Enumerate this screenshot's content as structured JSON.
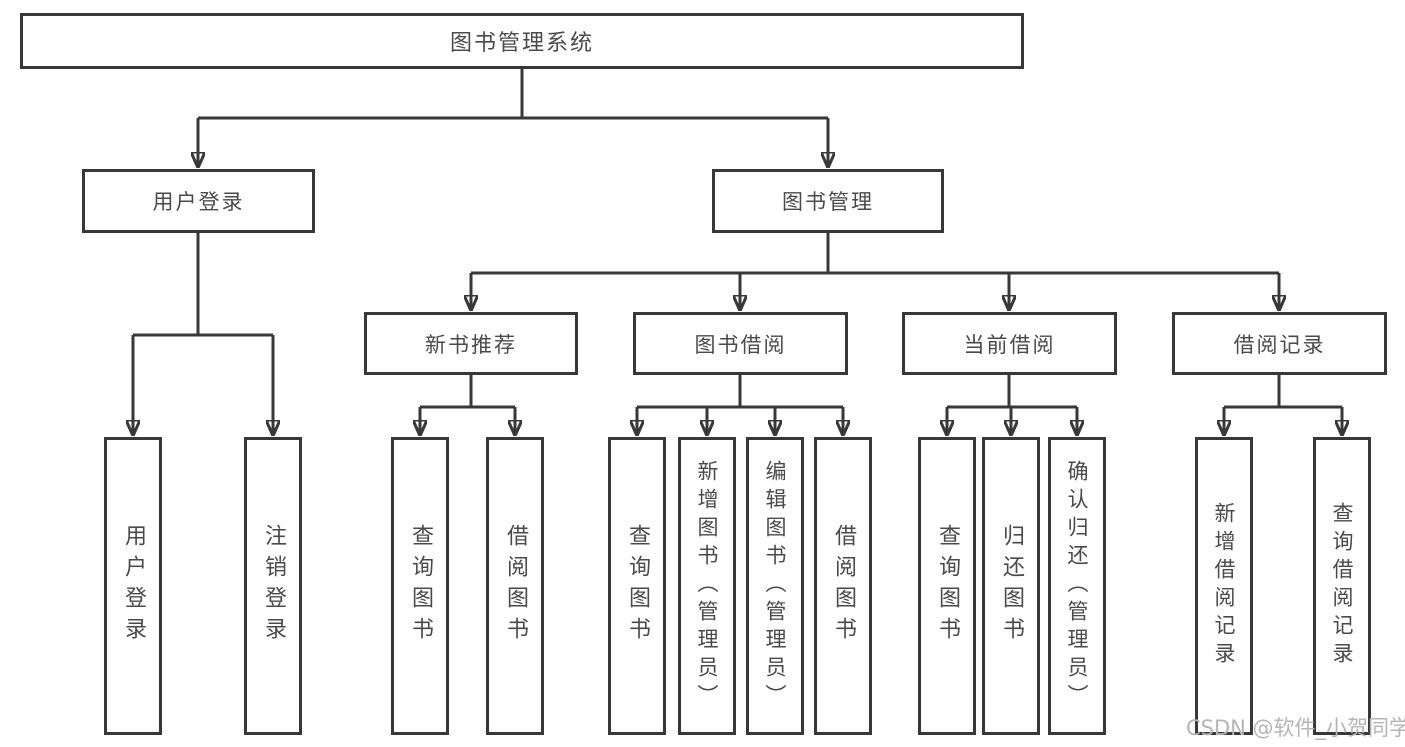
{
  "diagram": {
    "title": "图书管理系统",
    "type": "hierarchy-tree",
    "colors": {
      "line": "#383838",
      "box_border": "#383838",
      "text": "#4a4a4a",
      "watermark": "#b5b5b5",
      "background": "#ffffff"
    },
    "nodes": {
      "root": "图书管理系统",
      "user_login_branch": "用户登录",
      "book_mgmt_branch": "图书管理",
      "new_book_rec": "新书推荐",
      "book_borrowing": "图书借阅",
      "current_borrowing": "当前借阅",
      "borrowing_records": "借阅记录",
      "login": "用户登录",
      "logout": "注销登录",
      "rec_query_books": "查询图书",
      "rec_borrow_books": "借阅图书",
      "bb_query_books": "查询图书",
      "bb_add_books": "新增图书（管理员）",
      "bb_edit_books": "编辑图书（管理员）",
      "bb_borrow_books": "借阅图书",
      "cb_query_books": "查询图书",
      "cb_return_books": "归还图书",
      "cb_confirm_return": "确认归还（管理员）",
      "br_add_record": "新增借阅记录",
      "br_query_record": "查询借阅记录"
    },
    "edges": [
      [
        "root",
        "user_login_branch"
      ],
      [
        "root",
        "book_mgmt_branch"
      ],
      [
        "user_login_branch",
        "login"
      ],
      [
        "user_login_branch",
        "logout"
      ],
      [
        "book_mgmt_branch",
        "new_book_rec"
      ],
      [
        "book_mgmt_branch",
        "book_borrowing"
      ],
      [
        "book_mgmt_branch",
        "current_borrowing"
      ],
      [
        "book_mgmt_branch",
        "borrowing_records"
      ],
      [
        "new_book_rec",
        "rec_query_books"
      ],
      [
        "new_book_rec",
        "rec_borrow_books"
      ],
      [
        "book_borrowing",
        "bb_query_books"
      ],
      [
        "book_borrowing",
        "bb_add_books"
      ],
      [
        "book_borrowing",
        "bb_edit_books"
      ],
      [
        "book_borrowing",
        "bb_borrow_books"
      ],
      [
        "current_borrowing",
        "cb_query_books"
      ],
      [
        "current_borrowing",
        "cb_return_books"
      ],
      [
        "current_borrowing",
        "cb_confirm_return"
      ],
      [
        "borrowing_records",
        "br_add_record"
      ],
      [
        "borrowing_records",
        "br_query_record"
      ]
    ]
  },
  "watermark": "CSDN @软件_小贺同学"
}
